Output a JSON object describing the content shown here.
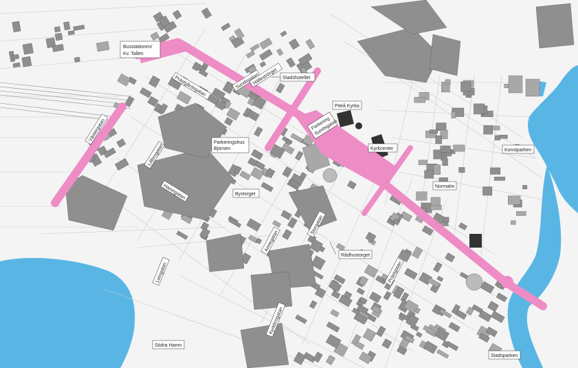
{
  "map": {
    "labels": {
      "busstationen": [
        "Busstationen/",
        "Kv. Tallen"
      ],
      "prastgardsgatan": "Prästgårdsgatan",
      "sundsgatan": "Sundsgatan",
      "haelderstorg": "Hälleströrget",
      "stadshotellet": "Stadshotellet",
      "pitea_kyrka": "Piteå Kyrka",
      "parkering_sundsgatan": [
        "Parkering",
        "Sundsgatan"
      ],
      "kyrkcenter": "Kyrkcenter",
      "konstparken": "Konstparken",
      "vastergatan": "Västergatan",
      "lillbrogatan": "Lillbrogatan",
      "parkeringshus": [
        "Parkeringshus",
        "Björnen"
      ],
      "hamngatan": "Hamngatan",
      "byxtorget": "Byxtorget",
      "normalm": "Normalm",
      "storgatan": "Storgatan",
      "annegatan": "Annegatan",
      "radhustorget": "Rådhustorget",
      "prastgatan": "Prästgatan",
      "lotsgatan": "Lotsgatan",
      "kyrkbrogatan": "Kyrkbrogatan",
      "sodra_hamn": "Södra Hamn",
      "stadsparken": "Stadsparken"
    },
    "colors": {
      "water": "#59b6e4",
      "highlight_street": "#ee8cc6",
      "building": "#8f8f8f",
      "background": "#f4f4f4"
    }
  }
}
